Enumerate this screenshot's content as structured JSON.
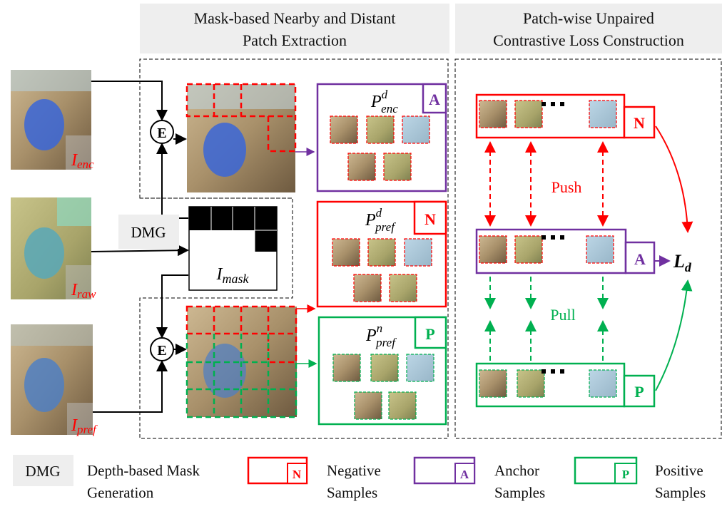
{
  "colors": {
    "negative": "#ff0000",
    "anchor": "#7030a0",
    "positive": "#00b050",
    "header_bg": "#eeeeee"
  },
  "headers": {
    "left": [
      "Mask-based Nearby and Distant",
      "Patch Extraction"
    ],
    "right": [
      "Patch-wise Unpaired",
      "Contrastive Loss Construction"
    ]
  },
  "inputs": {
    "enc": {
      "symbol": "I",
      "sub": "enc"
    },
    "raw": {
      "symbol": "I",
      "sub": "raw"
    },
    "pref": {
      "symbol": "I",
      "sub": "pref"
    }
  },
  "encoder_label": "E",
  "dmg_label": "DMG",
  "mask": {
    "symbol": "I",
    "sub": "mask"
  },
  "patch_sets": {
    "enc": {
      "symbol": "P",
      "sup": "d",
      "sub": "enc",
      "tag": "A"
    },
    "pref_d": {
      "symbol": "P",
      "sup": "d",
      "sub": "pref",
      "tag": "N"
    },
    "pref_n": {
      "symbol": "P",
      "sup": "n",
      "sub": "pref",
      "tag": "P"
    }
  },
  "contrast": {
    "push": "Push",
    "pull": "Pull",
    "loss": {
      "symbol": "L",
      "sub": "d"
    },
    "tags": {
      "negative": "N",
      "anchor": "A",
      "positive": "P"
    }
  },
  "legend": [
    {
      "key": "DMG",
      "text": [
        "Depth-based Mask",
        "Generation"
      ]
    },
    {
      "key": "N",
      "text": [
        "Negative",
        "Samples"
      ]
    },
    {
      "key": "A",
      "text": [
        "Anchor",
        "Samples"
      ]
    },
    {
      "key": "P",
      "text": [
        "Positive",
        "Samples"
      ]
    }
  ]
}
